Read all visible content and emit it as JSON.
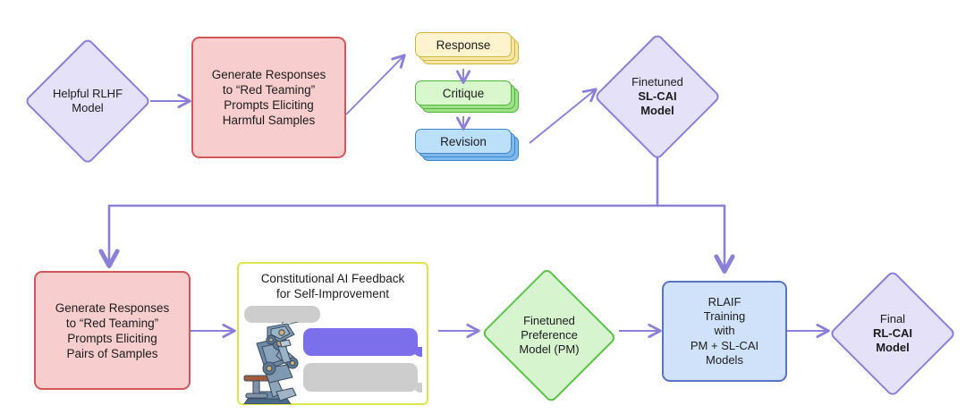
{
  "diagram": {
    "title": "Constitutional AI (CAI) training pipeline",
    "colors": {
      "arrow": "#8b80d8",
      "purple_fill": "#e4e1f8",
      "purple_stroke": "#8b80d8",
      "red_fill": "#f7cdcd",
      "red_stroke": "#d4565b",
      "green_fill": "#d6f5cf",
      "green_stroke": "#5cc24a",
      "blue_fill": "#cfe2f9",
      "blue_stroke": "#5a74c4",
      "yellow_stroke": "#e2e24a",
      "card_yellow": "#fdf4cf",
      "card_green": "#d9f7cd",
      "card_blue": "#bcdffa",
      "bubble_gray": "#cdcdcd",
      "bubble_purple": "#7b6fec",
      "text": "#1c1c1c"
    }
  },
  "supervised_stage": {
    "helpful_model": {
      "line1": "Helpful RLHF",
      "line2": "Model"
    },
    "generate_harmful": {
      "line1": "Generate Responses",
      "line2": "to “Red Teaming”",
      "line3": "Prompts Eliciting",
      "line4": "Harmful Samples"
    },
    "loop_cards": [
      {
        "label": "Response"
      },
      {
        "label": "Critique"
      },
      {
        "label": "Revision"
      }
    ],
    "sl_cai_model": {
      "line1": "Finetuned",
      "line2": "SL-CAI",
      "line3": "Model"
    }
  },
  "rl_stage": {
    "generate_pairs": {
      "line1": "Generate Responses",
      "line2": "to “Red Teaming”",
      "line3": "Prompts Eliciting",
      "line4": "Pairs of Samples"
    },
    "cai_feedback": {
      "line1": "Constitutional AI Feedback",
      "line2": "for Self-Improvement",
      "image_alt": "thinker-robot",
      "bubbles": [
        {
          "name": "assistant-bubble-top",
          "color": "gray"
        },
        {
          "name": "user-bubble-middle",
          "color": "purple"
        },
        {
          "name": "assistant-bubble-bottom",
          "color": "gray"
        }
      ]
    },
    "preference_model": {
      "line1": "Finetuned",
      "line2": "Preference",
      "line3": "Model (PM)"
    },
    "rlaif_training": {
      "line1": "RLAIF",
      "line2": "Training",
      "line3": "with",
      "line4": "PM + SL-CAI",
      "line5": "Models"
    },
    "final_model": {
      "line1": "Final",
      "line2": "RL-CAI",
      "line3": "Model"
    }
  }
}
